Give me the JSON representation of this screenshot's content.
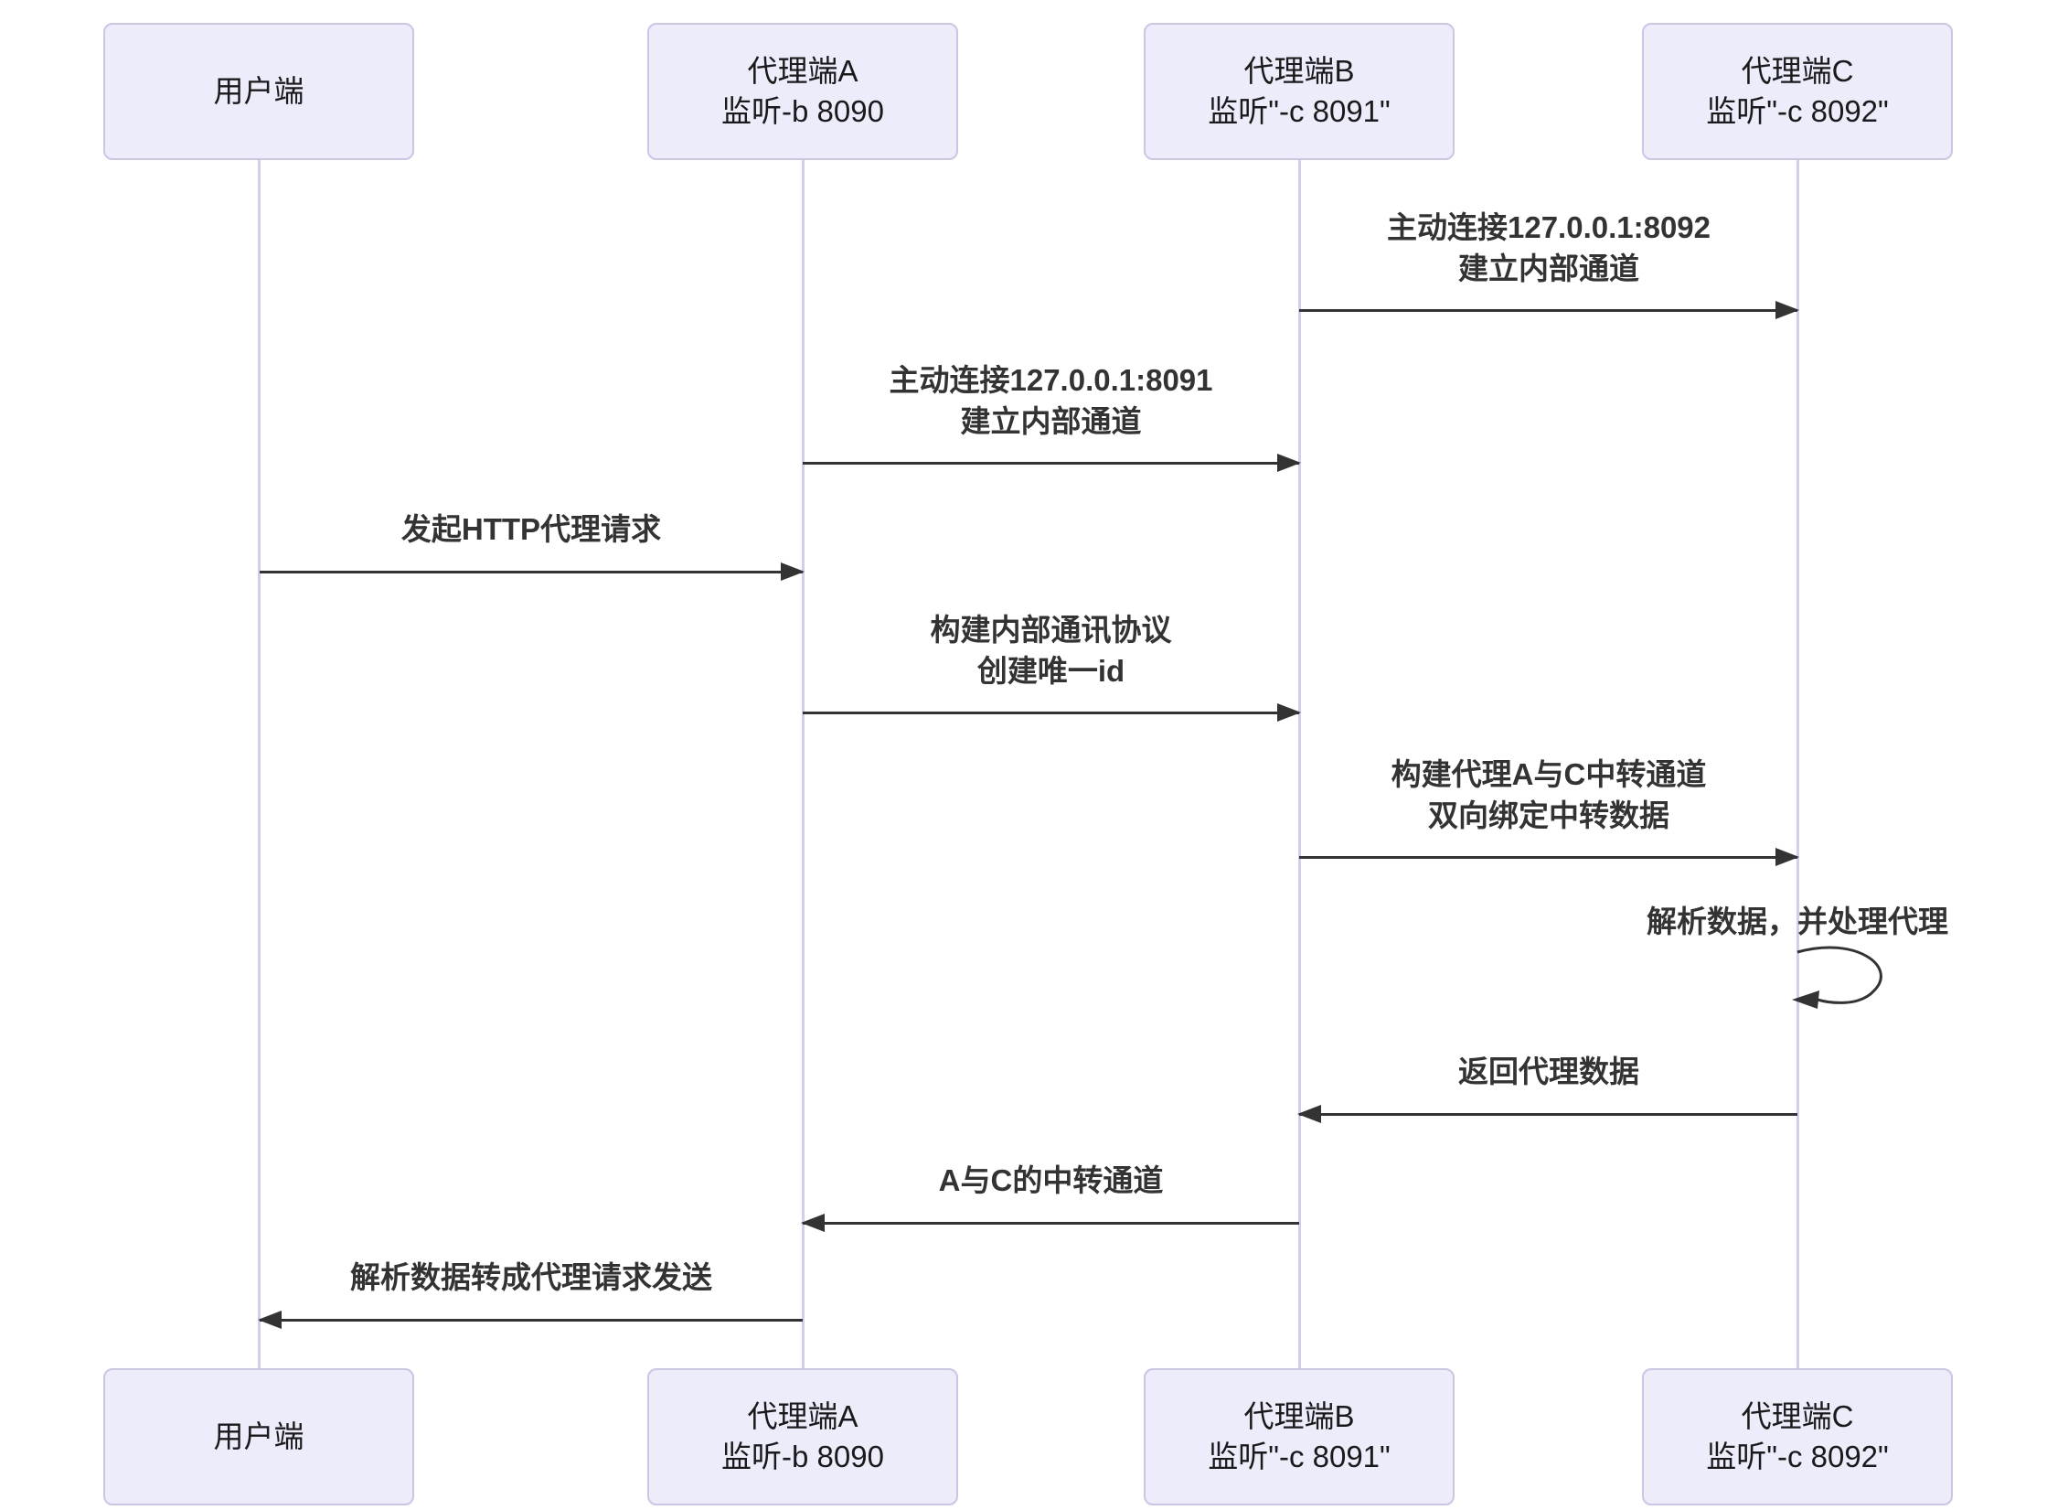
{
  "diagram": {
    "type": "sequence-diagram",
    "colors": {
      "background": "#ffffff",
      "actor_fill": "#ECECFA",
      "actor_border": "#CBC5E8",
      "lifeline": "#D3CEF0",
      "arrow": "#333333",
      "message_text": "#333333",
      "actor_text": "#1a1a1a"
    }
  },
  "actors": [
    {
      "line1": "用户端",
      "line2": ""
    },
    {
      "line1": "代理端A",
      "line2": "监听-b 8090"
    },
    {
      "line1": "代理端B",
      "line2": "监听\"-c 8091\""
    },
    {
      "line1": "代理端C",
      "line2": "监听\"-c 8092\""
    }
  ],
  "messages": [
    {
      "from": "代理端B",
      "to": "代理端C",
      "direction": "right",
      "line1": "主动连接127.0.0.1:8092",
      "line2": "建立内部通道"
    },
    {
      "from": "代理端A",
      "to": "代理端B",
      "direction": "right",
      "line1": "主动连接127.0.0.1:8091",
      "line2": "建立内部通道"
    },
    {
      "from": "用户端",
      "to": "代理端A",
      "direction": "right",
      "line1": "发起HTTP代理请求",
      "line2": ""
    },
    {
      "from": "代理端A",
      "to": "代理端B",
      "direction": "right",
      "line1": "构建内部通讯协议",
      "line2": "创建唯一id"
    },
    {
      "from": "代理端B",
      "to": "代理端C",
      "direction": "right",
      "line1": "构建代理A与C中转通道",
      "line2": "双向绑定中转数据"
    },
    {
      "from": "代理端C",
      "to": "代理端C",
      "direction": "self",
      "line1": "解析数据，并处理代理",
      "line2": ""
    },
    {
      "from": "代理端C",
      "to": "代理端B",
      "direction": "left",
      "line1": "返回代理数据",
      "line2": ""
    },
    {
      "from": "代理端B",
      "to": "代理端A",
      "direction": "left",
      "line1": "A与C的中转通道",
      "line2": ""
    },
    {
      "from": "代理端A",
      "to": "用户端",
      "direction": "left",
      "line1": "解析数据转成代理请求发送",
      "line2": ""
    }
  ]
}
